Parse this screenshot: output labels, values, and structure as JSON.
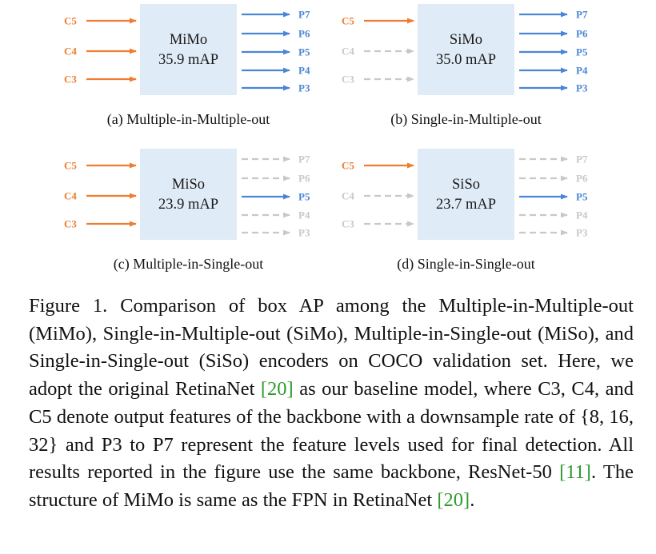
{
  "colors": {
    "input": "#ed7d31",
    "output": "#4a86d6",
    "inactive": "#c8c8c8",
    "box": "#dfebf6",
    "ref": "#2e9a2e"
  },
  "panels": [
    {
      "id": "mimo",
      "box_line1": "MiMo",
      "box_line2": "35.9 mAP",
      "caption": "(a) Multiple-in-Multiple-out",
      "inputs": [
        {
          "label": "C5",
          "active": true
        },
        {
          "label": "C4",
          "active": true
        },
        {
          "label": "C3",
          "active": true
        }
      ],
      "outputs": [
        {
          "label": "P7",
          "active": true
        },
        {
          "label": "P6",
          "active": true
        },
        {
          "label": "P5",
          "active": true
        },
        {
          "label": "P4",
          "active": true
        },
        {
          "label": "P3",
          "active": true
        }
      ]
    },
    {
      "id": "simo",
      "box_line1": "SiMo",
      "box_line2": "35.0 mAP",
      "caption": "(b) Single-in-Multiple-out",
      "inputs": [
        {
          "label": "C5",
          "active": true
        },
        {
          "label": "C4",
          "active": false
        },
        {
          "label": "C3",
          "active": false
        }
      ],
      "outputs": [
        {
          "label": "P7",
          "active": true
        },
        {
          "label": "P6",
          "active": true
        },
        {
          "label": "P5",
          "active": true
        },
        {
          "label": "P4",
          "active": true
        },
        {
          "label": "P3",
          "active": true
        }
      ]
    },
    {
      "id": "miso",
      "box_line1": "MiSo",
      "box_line2": "23.9 mAP",
      "caption": "(c) Multiple-in-Single-out",
      "inputs": [
        {
          "label": "C5",
          "active": true
        },
        {
          "label": "C4",
          "active": true
        },
        {
          "label": "C3",
          "active": true
        }
      ],
      "outputs": [
        {
          "label": "P7",
          "active": false
        },
        {
          "label": "P6",
          "active": false
        },
        {
          "label": "P5",
          "active": true
        },
        {
          "label": "P4",
          "active": false
        },
        {
          "label": "P3",
          "active": false
        }
      ]
    },
    {
      "id": "siso",
      "box_line1": "SiSo",
      "box_line2": "23.7 mAP",
      "caption": "(d) Single-in-Single-out",
      "inputs": [
        {
          "label": "C5",
          "active": true
        },
        {
          "label": "C4",
          "active": false
        },
        {
          "label": "C3",
          "active": false
        }
      ],
      "outputs": [
        {
          "label": "P7",
          "active": false
        },
        {
          "label": "P6",
          "active": false
        },
        {
          "label": "P5",
          "active": true
        },
        {
          "label": "P4",
          "active": false
        },
        {
          "label": "P3",
          "active": false
        }
      ]
    }
  ],
  "caption": {
    "p1": "Figure 1. Comparison of box AP among the Multiple-in-Multiple-out (MiMo), Single-in-Multiple-out (SiMo), Multiple-in-Single-out (MiSo), and Single-in-Single-out (SiSo) encoders on COCO validation set. Here, we adopt the original RetinaNet ",
    "ref1": "[20]",
    "p2": " as our baseline model, where C3, C4, and C5 denote output features of the backbone with a downsample rate of {8, 16, 32} and P3 to P7 represent the feature levels used for final detection. All results reported in the figure use the same backbone, ResNet-50 ",
    "ref2": "[11]",
    "p3": ". The structure of MiMo is same as the FPN in RetinaNet ",
    "ref3": "[20]",
    "p4": "."
  }
}
